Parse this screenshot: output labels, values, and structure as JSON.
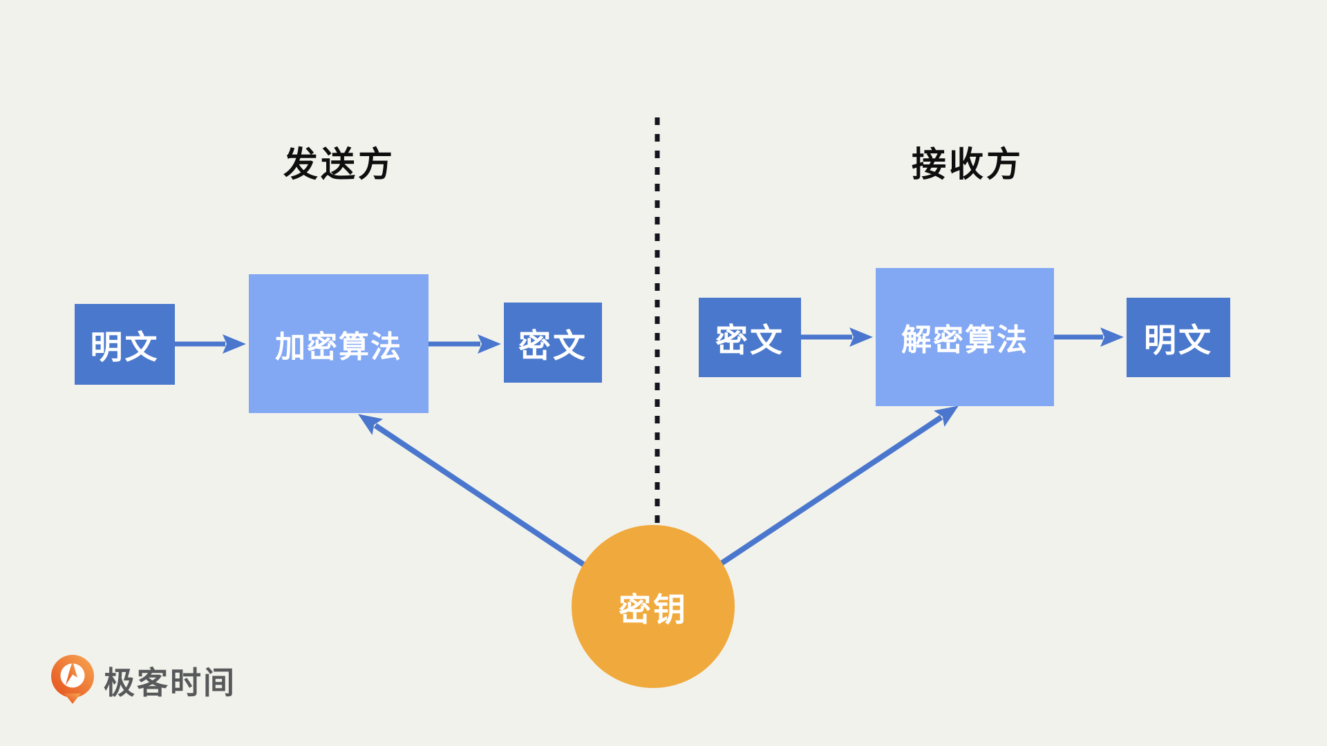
{
  "diagram": {
    "sender": {
      "title": "发送方",
      "plaintext": "明文",
      "algorithm": "加密算法",
      "ciphertext": "密文"
    },
    "receiver": {
      "title": "接收方",
      "ciphertext": "密文",
      "algorithm": "解密算法",
      "plaintext": "明文"
    },
    "key": {
      "label": "密钥"
    }
  },
  "branding": {
    "logo_text": "极客时间"
  },
  "colors": {
    "background": "#f2f2ec",
    "node_dark_blue": "#4a78cc",
    "node_light_blue": "#82a7f3",
    "arrow_blue": "#4a77cd",
    "key_orange": "#f0a93c",
    "divider_black": "#15151f",
    "logo_orange_dark": "#e44f1c",
    "logo_orange_light": "#f7a753",
    "logo_text_gray": "#57585a"
  }
}
